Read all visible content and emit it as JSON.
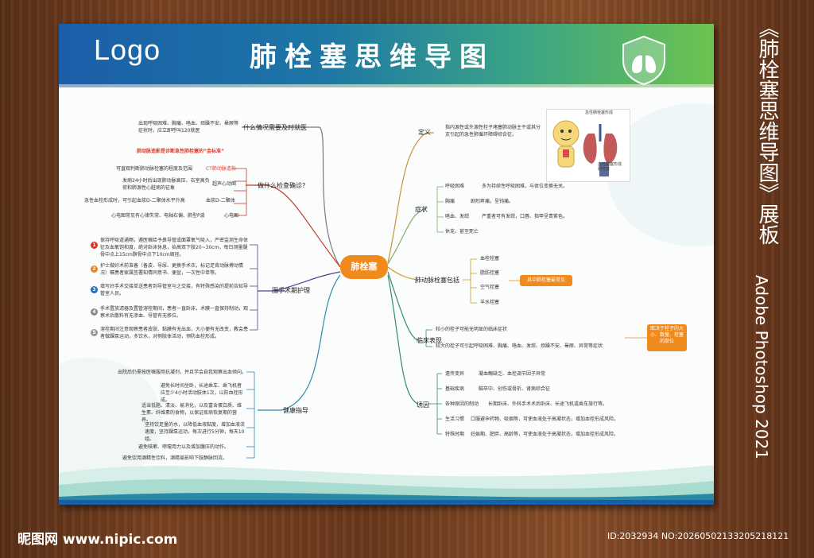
{
  "header": {
    "logo": "Logo",
    "title": "肺栓塞思维导图"
  },
  "center": "肺栓塞",
  "left": {
    "when_doctor": {
      "label": "什么情况需要及时就医",
      "text": "出现呼吸困难、胸痛、咯血、烦躁不安、晕厥等症状时，应立即呼叫120就医"
    },
    "checks": {
      "label": "做什么检查确诊?",
      "gold": "肺动脉造影是诊断急性肺栓塞的“金标准”",
      "items": [
        {
          "text": "可直观判断肺动脉栓塞的程度及范围",
          "tag": "CT肺动脉造影"
        },
        {
          "text": "发病24小时后出现肺动脉高压、右室高负荷和肺源性心脏病的征象",
          "tag": "超声心动图"
        },
        {
          "text": "急性血栓形成时，可引起血浆D-二聚体水平升高",
          "tag": "血浆D-二聚体"
        },
        {
          "text": "心电图常见有心律失常、电轴右偏、肺型P波",
          "tag": "心电图"
        }
      ]
    },
    "periop": {
      "label": "围手术期护理",
      "items": [
        {
          "n": "1",
          "text": "保持呼吸道通畅，遵医嘱给予鼻导管或面罩氧气吸入，严密监测生命体征及血氧饱和度，绝对卧床休息，抬高双下肢20~30cm，每日测量腿骨中点上15cm髌骨中点下10cm周径。"
        },
        {
          "n": "2",
          "text": "护士做好术前准备（备皮、导尿、更换手术衣，标记足背动脉搏动情况）嘱患者家属签署知情同意书、便盆，一次性中单等。"
        },
        {
          "n": "3",
          "text": "填写好手术交接单送患者到导管室与之交接，有特殊感染的提前告知导管室人员。"
        },
        {
          "n": "4",
          "text": "手术置放滤器及置管溶栓期间，患者一直卧床，术膜一直保持制动，观察术后散料有无渗血、导管有无移位。"
        },
        {
          "n": "5",
          "text": "溶栓期间注意观察患者皮肤、黏膜有无出血，大小便有无改变，教会患者做踝泵运动，多饮水，对侧肢体活动，预防血栓形成。"
        }
      ]
    },
    "health": {
      "label": "健康指导",
      "items": [
        "出院后仍需按医嘱服用抗凝剂，并且学会自我观察出血倾向。",
        "避免长时间坐卧，长途乘车、乘飞机者应至少4小时活动肢体1次，以防血栓形成。",
        "适当低脂、清淡、易消化，以及富含蛋白质、维生素、纤维素的食物，以保证疾病恢复期的营养。",
        "坚持饮足量的水，以降低血液黏度，增加血液流速度，坚持踝泵运动，每次进行5分钟，每天10组。",
        "避免咳嗽、喷嚏用力以及增加腹压的动作。",
        "避免饮用酒精性饮料，酒精易影响下肢静脉回流。"
      ]
    }
  },
  "right": {
    "definition": {
      "label": "定义",
      "text": "指内源性或外源性栓子堵塞肺动脉主干或其分支引起的急性肺循环障碍综合征。",
      "illus_note_1": "急性肺栓塞形成",
      "illus_note_2": "血栓阻塞形成肺栓塞"
    },
    "symptoms": {
      "label": "症状",
      "items": [
        {
          "k": "呼吸困难",
          "v": "多为持续性呼吸困难，与体位变换无关。"
        },
        {
          "k": "胸痛",
          "v": "剧烈疼痛，呈钝痛。"
        },
        {
          "k": "咯血、发绀",
          "v": "严重者可有发绀，口唇、指甲呈青紫色。"
        },
        {
          "k": "休克、甚至死亡",
          "v": ""
        }
      ]
    },
    "types": {
      "label": "肺动脉栓塞包括",
      "items": [
        "血栓栓塞",
        "脂肪栓塞",
        "空气栓塞",
        "羊水栓塞"
      ],
      "note": "其中肺栓塞最常见"
    },
    "clinical": {
      "label": "临床表现",
      "items": [
        "较小的栓子可能无明显的临床症状",
        "较大的栓子可引起呼吸困难、胸痛、咯血、发绀、烦躁不安、晕厥、异常等症状"
      ],
      "note": "取决于栓子的大小、数量、栓塞的部位"
    },
    "causes": {
      "label": "诱因",
      "items": [
        {
          "k": "遗传变异",
          "v": "凝血酶缺乏、血栓调节因子异常"
        },
        {
          "k": "基础疾病",
          "v": "脑卒中、创伤或骨折、肾病综合征"
        },
        {
          "k": "各种原因的制动",
          "v": "长期卧床、外科手术术后卧床、长途飞机或乘车旅行等。"
        },
        {
          "k": "生活习惯",
          "v": "口服避孕药物、吸烟等，可使血液处于高凝状态，增加血栓形成风险。"
        },
        {
          "k": "特殊时期",
          "v": "妊娠期、肥胖、高龄等，可使血液处于高凝状态，增加血栓形成风险。"
        }
      ]
    }
  },
  "sidebar": {
    "title": "《肺栓塞思维导图》展板",
    "software": "Adobe Photoshop 2021"
  },
  "watermark": {
    "left": "昵图网 www.nipic.com",
    "right": "ID:2032934 NO:20260502133205218121"
  },
  "colors": {
    "header_start": "#1b5ea8",
    "header_end": "#6cc34f",
    "accent": "#f08a1c",
    "wood": "#6b391c"
  }
}
